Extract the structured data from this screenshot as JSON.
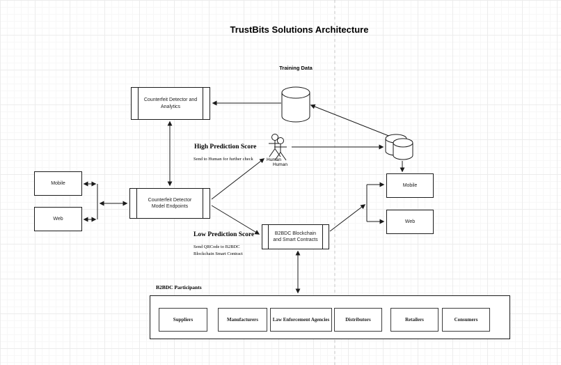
{
  "title": "TrustBits Solutions Architecture",
  "labels": {
    "training_data": "Training Data",
    "high_score": "High Prediction Score",
    "high_note": "Send to Human for further check",
    "low_score": "Low Prediction Score",
    "low_note": "Send QRCode to B2BDC\nBlockchain Smart Contract",
    "human_back": "Human",
    "human_front": "Human",
    "participants_title": "B2BDC Participants"
  },
  "nodes": {
    "analytics": "Counterfeit Detector and\nAnalytics",
    "endpoints": "Counterfeit Detector\nModel Endpoints",
    "b2bdc": "B2BDC Blockchain\nand Smart Contracts",
    "mobile_left": "Mobile",
    "web_left": "Web",
    "mobile_right": "Mobile",
    "web_right": "Web"
  },
  "participants": [
    "Suppliers",
    "Manufacturers",
    "Law Enforcement Agencies",
    "Distributors",
    "Retailers",
    "Consumers"
  ],
  "icons": {
    "training_database": "database-cylinder",
    "results_database": "database-cylinder-stack",
    "human_actor": "stick-figure-pair"
  },
  "colors": {
    "stroke": "#1a1a1a",
    "background": "#ffffff",
    "grid_minor": "#f7f7f7",
    "grid_major": "#ececec",
    "page_break": "#c9c9c9",
    "shape_fill": "#ffffff"
  }
}
